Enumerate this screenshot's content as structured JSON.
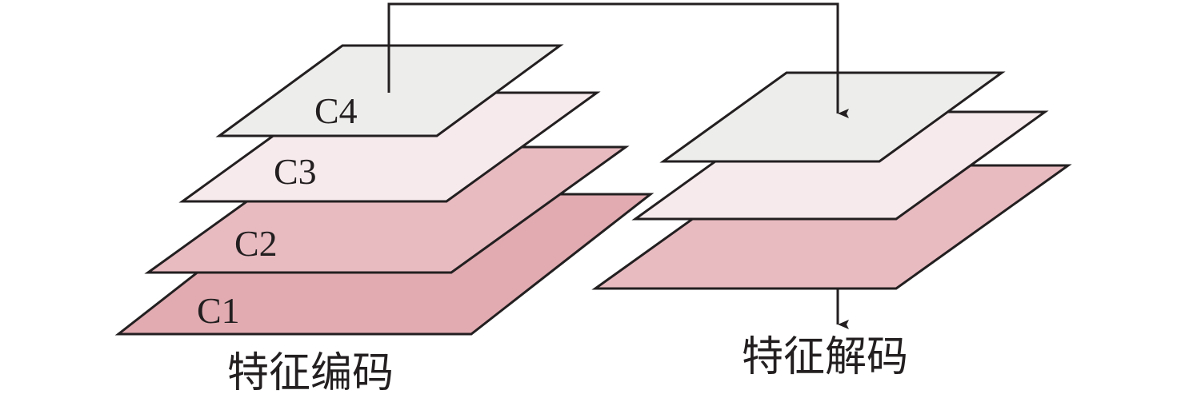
{
  "encoder": {
    "caption": "特征编码",
    "layers": [
      {
        "label": "C1",
        "color": "#e1abb1"
      },
      {
        "label": "C2",
        "color": "#e8bbc1"
      },
      {
        "label": "C3",
        "color": "#f7eaec"
      },
      {
        "label": "C4",
        "color": "#ededeb"
      }
    ]
  },
  "decoder": {
    "caption": "特征解码",
    "layers": [
      {
        "color": "#e8bbc1"
      },
      {
        "color": "#f7eaec"
      },
      {
        "color": "#ededeb"
      }
    ]
  },
  "stroke_color": "#231f20"
}
